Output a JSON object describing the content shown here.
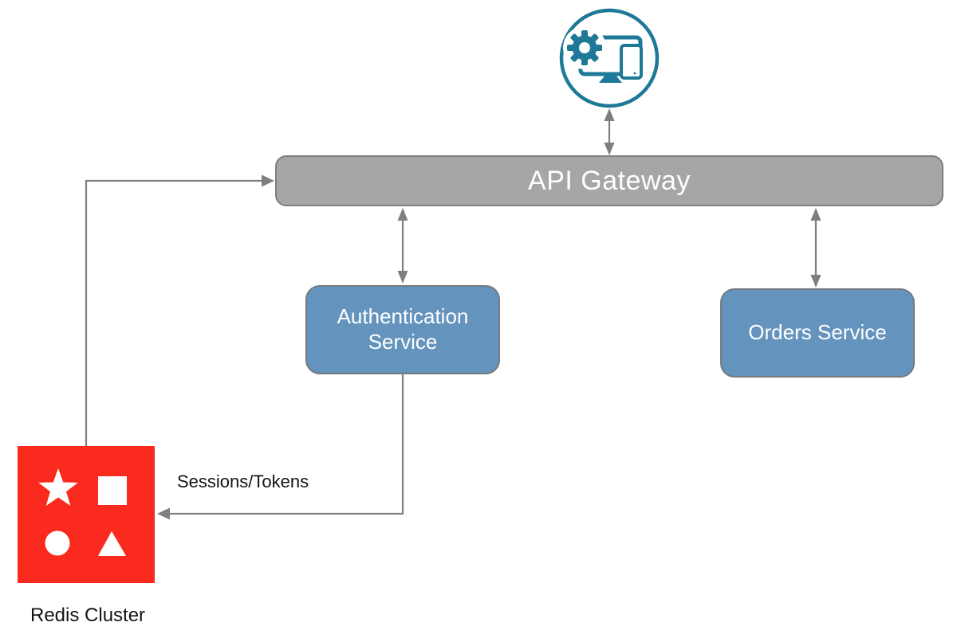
{
  "diagram": {
    "kind": "architecture-diagram",
    "connector_color": "#7F7F7F",
    "nodes": {
      "client": {
        "icon": "client-devices-icon",
        "description": "circle with gear, monitor and tablet",
        "color": "#1E7898"
      },
      "api_gateway": {
        "label": "API Gateway",
        "fill": "#A6A6A6",
        "border": "#7F7F7F",
        "text_color": "#FFFFFF"
      },
      "auth_service": {
        "label": "Authentication Service",
        "fill": "#6494BD",
        "border": "#747A80",
        "text_color": "#FFFFFF"
      },
      "orders_service": {
        "label": "Orders Service",
        "fill": "#6494BD",
        "border": "#747A80",
        "text_color": "#FFFFFF"
      },
      "redis_cluster": {
        "label": "Redis Cluster",
        "fill": "#FA2B1E",
        "shape_color": "#FFFFFF",
        "shapes": [
          "star-icon",
          "square-icon",
          "circle-icon",
          "triangle-icon"
        ]
      }
    },
    "edges": [
      {
        "from": "client",
        "to": "api_gateway",
        "direction": "bidirectional",
        "label": ""
      },
      {
        "from": "api_gateway",
        "to": "auth_service",
        "direction": "bidirectional",
        "label": ""
      },
      {
        "from": "api_gateway",
        "to": "orders_service",
        "direction": "bidirectional",
        "label": ""
      },
      {
        "from": "redis_cluster",
        "to": "api_gateway",
        "direction": "one-way",
        "label": ""
      },
      {
        "from": "auth_service",
        "to": "redis_cluster",
        "direction": "one-way",
        "label": "Sessions/Tokens"
      }
    ],
    "labels": {
      "sessions_tokens": "Sessions/Tokens",
      "redis_cluster": "Redis Cluster"
    }
  }
}
